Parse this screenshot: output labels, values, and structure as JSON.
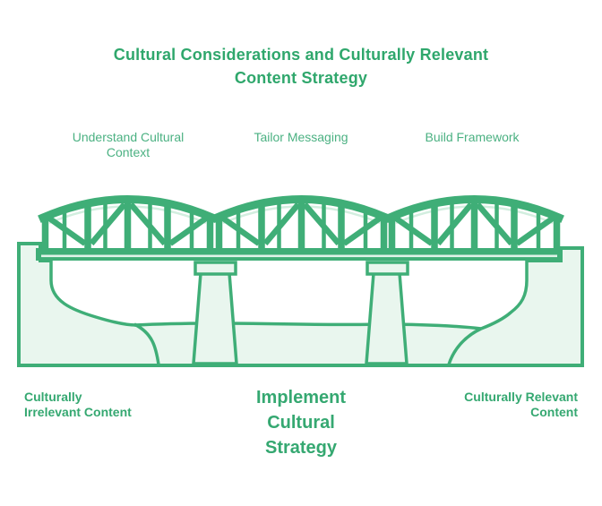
{
  "title": {
    "line1": "Cultural Considerations and Culturally Relevant",
    "line2": "Content Strategy"
  },
  "steps": [
    {
      "label_line1": "Understand Cultural",
      "label_line2": "Context"
    },
    {
      "label_line1": "Tailor Messaging",
      "label_line2": ""
    },
    {
      "label_line1": "Build Framework",
      "label_line2": ""
    }
  ],
  "outcomes": {
    "left": {
      "line1": "Culturally",
      "line2": "Irrelevant Content"
    },
    "center": {
      "line1": "Implement",
      "line2": "Cultural",
      "line3": "Strategy"
    },
    "right": {
      "line1": "Culturally Relevant",
      "line2": "Content"
    }
  },
  "illustration": {
    "name": "truss-bridge-over-valley",
    "span_count": 3,
    "pier_count": 2
  },
  "colors": {
    "title_green": "#2fa76c",
    "step_label_green": "#4bb182",
    "outcome_green": "#35a871",
    "art_green": "#3fae77",
    "light_fill": "#e9f6ee",
    "background": "#ffffff"
  }
}
